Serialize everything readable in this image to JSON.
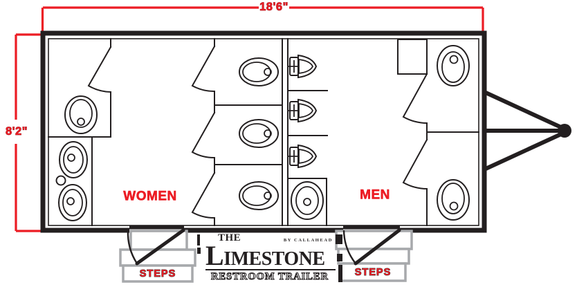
{
  "colors": {
    "red": "#EC1C24",
    "ink": "#231F20",
    "step_gray": "#A7A9AC"
  },
  "dimensions": {
    "width_label": "18'6\"",
    "height_label": "8'2\""
  },
  "rooms": {
    "women_label": "WOMEN",
    "men_label": "MEN"
  },
  "steps": {
    "left_label": "STEPS",
    "right_label": "STEPS"
  },
  "logo": {
    "the": "THE",
    "by": "BY CALLAHEAD",
    "name": "LIMESTONE",
    "subtitle": "RESTROOM TRAILER"
  },
  "fixtures": {
    "women": {
      "toilets": 4,
      "sinks": 2,
      "stalls": 4
    },
    "men": {
      "toilets": 2,
      "urinals": 3,
      "sinks": 1,
      "stalls": 2
    }
  }
}
